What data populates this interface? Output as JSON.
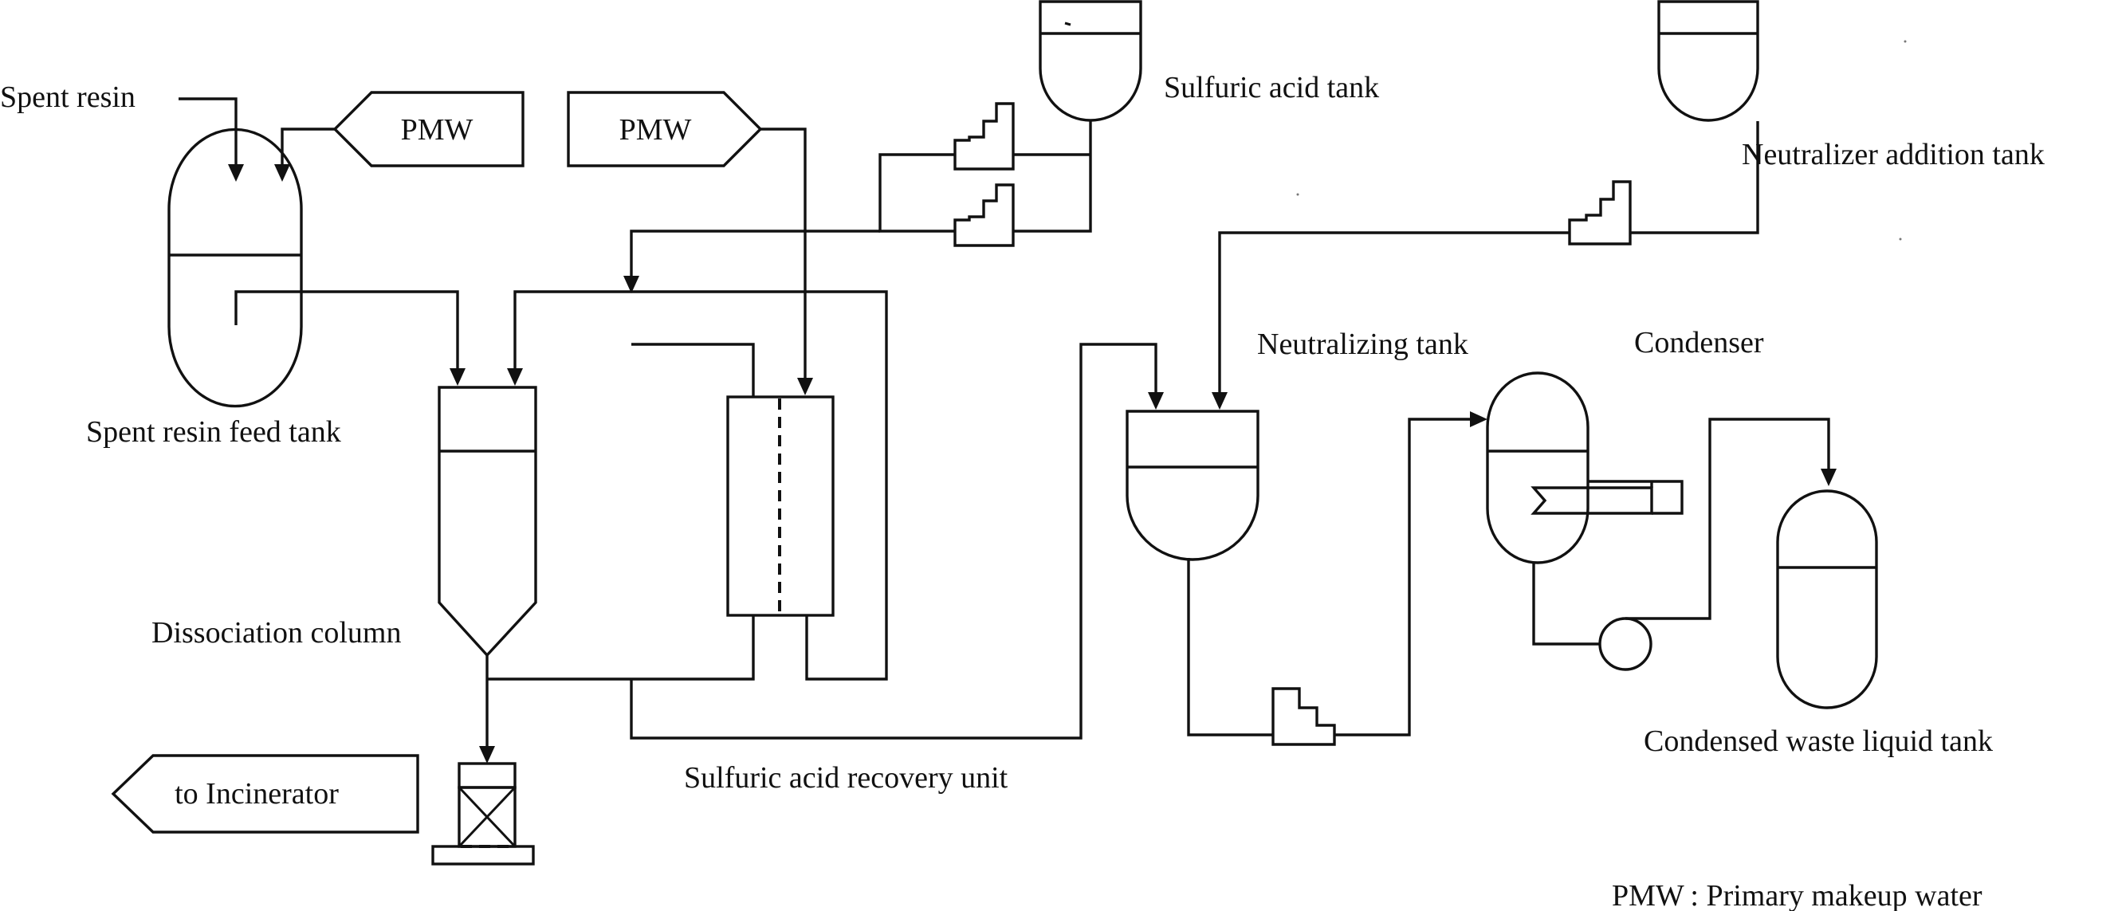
{
  "labels": {
    "spent_resin": "Spent resin",
    "pmw_left": "PMW",
    "pmw_right": "PMW",
    "sulfuric_acid_tank": "Sulfuric acid tank",
    "neutralizer_addition_tank": "Neutralizer addition tank",
    "spent_resin_feed_tank": "Spent resin feed tank",
    "neutralizing_tank": "Neutralizing tank",
    "condenser": "Condenser",
    "dissociation_column": "Dissociation column",
    "sulfuric_acid_recovery_unit": "Sulfuric acid recovery unit",
    "condensed_waste_liquid_tank": "Condensed waste liquid tank",
    "to_incinerator": "to Incinerator",
    "legend": "PMW : Primary makeup water"
  }
}
